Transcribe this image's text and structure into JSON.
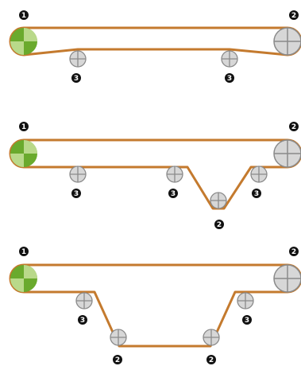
{
  "colors": {
    "belt": "#c47a2e",
    "drive_green_dark": "#6aaa2d",
    "drive_green_light": "#b9d98a",
    "roller_fill": "#d7d7d7",
    "roller_stroke": "#8a8a8a",
    "marker_fill": "#111111",
    "marker_text": "#ffffff"
  },
  "legend": {
    "drive_pulley": "1",
    "end_pulley": "2",
    "idler": "3"
  },
  "diagrams": [
    {
      "name": "diagram-1",
      "markers": [
        {
          "ref": "drive_pulley",
          "label": "1"
        },
        {
          "ref": "end_pulley",
          "label": "2"
        },
        {
          "ref": "idler",
          "label": "3"
        },
        {
          "ref": "idler",
          "label": "3"
        }
      ]
    },
    {
      "name": "diagram-2",
      "markers": [
        {
          "ref": "drive_pulley",
          "label": "1"
        },
        {
          "ref": "end_pulley",
          "label": "2"
        },
        {
          "ref": "idler",
          "label": "3"
        },
        {
          "ref": "idler",
          "label": "3"
        },
        {
          "ref": "idler",
          "label": "3"
        },
        {
          "ref": "end_pulley",
          "label": "2"
        }
      ]
    },
    {
      "name": "diagram-3",
      "markers": [
        {
          "ref": "drive_pulley",
          "label": "1"
        },
        {
          "ref": "end_pulley",
          "label": "2"
        },
        {
          "ref": "idler",
          "label": "3"
        },
        {
          "ref": "idler",
          "label": "3"
        },
        {
          "ref": "end_pulley",
          "label": "2"
        },
        {
          "ref": "end_pulley",
          "label": "2"
        }
      ]
    }
  ]
}
